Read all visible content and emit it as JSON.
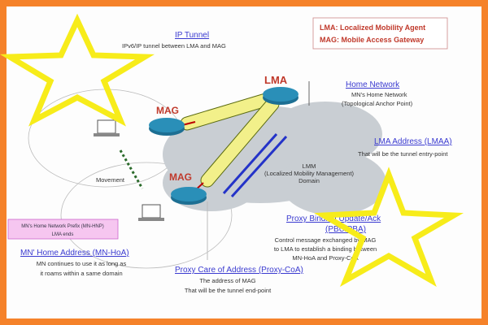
{
  "colors": {
    "border": "#f5822a",
    "star": "#f7ec1a",
    "cloud": "#c9ced3",
    "router": "#2a8fb8",
    "tunnel": "#f2f08a",
    "arrow": "#2433c8",
    "label_red": "#c0392b"
  },
  "legend": {
    "line1": "LMA: Localized Mobility Agent",
    "line2": "MAG: Mobile Access Gateway"
  },
  "ip_tunnel": {
    "title": "IP Tunnel",
    "desc": "IPv6/IP tunnel between LMA and MAG"
  },
  "nodes": {
    "lma": "LMA",
    "mag_top": "MAG",
    "mag_bottom": "MAG"
  },
  "home_network": {
    "title": "Home Network",
    "line1": "MN's Home Network",
    "line2": "(Topological Anchor Point)"
  },
  "lmaa": {
    "title": "LMA Address (LMAA)",
    "desc": "That will be the tunnel entry-point"
  },
  "domain": {
    "line1": "LMM",
    "line2": "(Localized Mobility Management)",
    "line3": "Domain"
  },
  "movement": "Movement",
  "hnp": {
    "line1": "MN's Home Network Prefix (MN-HNP)",
    "line2": "LMA ends"
  },
  "hoa": {
    "title": "MN' Home Address (MN-HoA)",
    "line1": "MN continues to use it as long as",
    "line2": "it roams within a same domain"
  },
  "pbu": {
    "title": "Proxy Binding Update/Ack",
    "title2": "(PBU/PBA)",
    "line1": "Control message exchanged by MAG",
    "line2": "to LMA to establish a binding between",
    "line3": "MN-HoA and Proxy-CoA"
  },
  "pcoa": {
    "title": "Proxy Care of Address (Proxy-CoA)",
    "line1": "The address of MAG",
    "line2": "That will be the tunnel end-point"
  }
}
